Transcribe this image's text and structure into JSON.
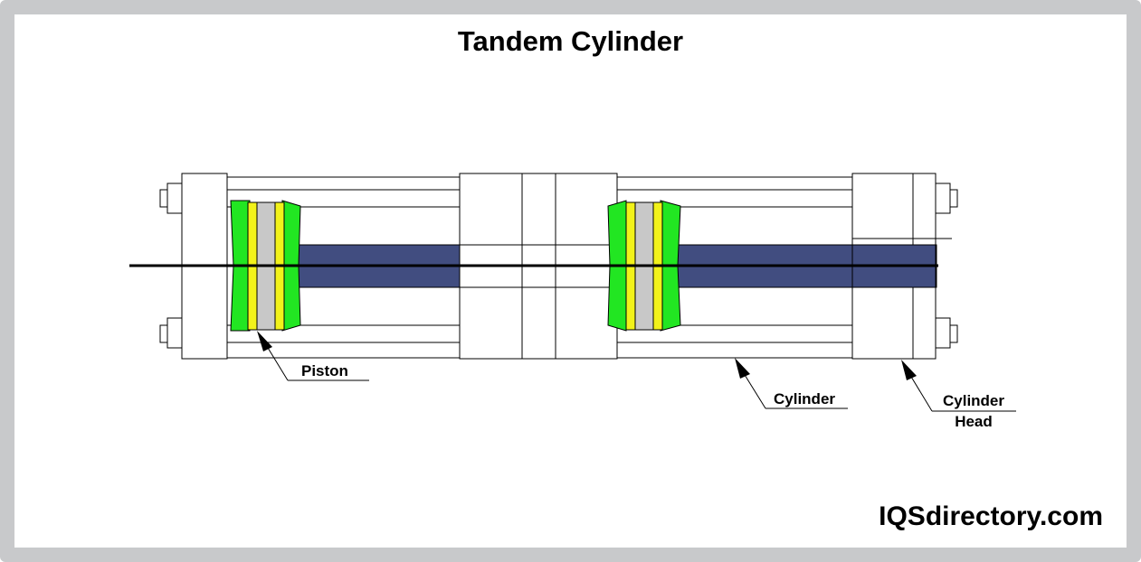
{
  "title": "Tandem Cylinder",
  "labels": {
    "piston": "Piston",
    "cylinder": "Cylinder",
    "cylinder_head_line1": "Cylinder",
    "cylinder_head_line2": "Head"
  },
  "brand": "IQSdirectory.com",
  "colors": {
    "frame": "#c8c9cb",
    "seal": "#22e622",
    "ring": "#f2f21a",
    "piston_body": "#c8c8c8",
    "rod": "#414d80",
    "line": "#000000"
  }
}
